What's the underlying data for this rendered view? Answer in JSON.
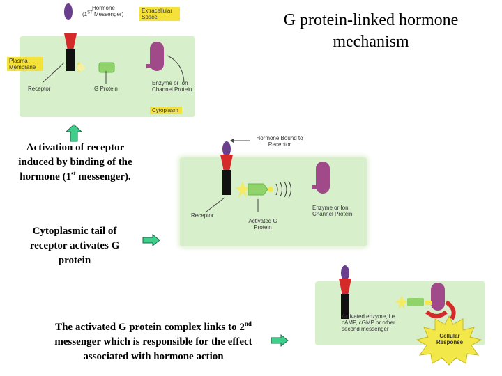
{
  "title": "G protein-linked hormone mechanism",
  "captions": {
    "activation_main": "Activation of receptor induced by binding of the hormone (1",
    "activation_sup": "st",
    "activation_end": " messenger).",
    "cytoplasmic": "Cytoplasmic tail of receptor activates G protein",
    "activated_pre": "The activated G protein complex  links to 2",
    "activated_sup": "nd",
    "activated_post": " messenger which is responsible for the effect associated with hormone action"
  },
  "panel1": {
    "hormone_label": "Hormone",
    "hormone_sub_pre": "(1",
    "hormone_sub_sup": "ST",
    "hormone_sub_post": " Messenger)",
    "extracellular": "Extracellular Space",
    "plasma_membrane": "Plasma Membrane",
    "receptor": "Receptor",
    "g_protein": "G Protein",
    "enzyme": "Enzyme or Ion Channel Protein",
    "cytoplasm": "Cytoplasm"
  },
  "panel2": {
    "hormone_bound": "Hormone Bound to Receptor",
    "receptor": "Receptor",
    "activated_g": "Activated G Protein",
    "enzyme": "Enzyme or Ion Channel Protein"
  },
  "panel3": {
    "activated_enzyme": "Activated enzyme, i.e., cAMP, cGMP or other second messenger",
    "cellular_response": "Cellular Response"
  },
  "colors": {
    "panel": "#d8efcc",
    "label_box": "#f4e23a",
    "receptor_red": "#d42a2a",
    "hormone_purple": "#6a3f8e",
    "g_protein_green": "#8fd36a",
    "enzyme_purple": "#a04a8a",
    "arrow_green": "#3fcf8a",
    "response_yellow": "#f3e84a"
  }
}
